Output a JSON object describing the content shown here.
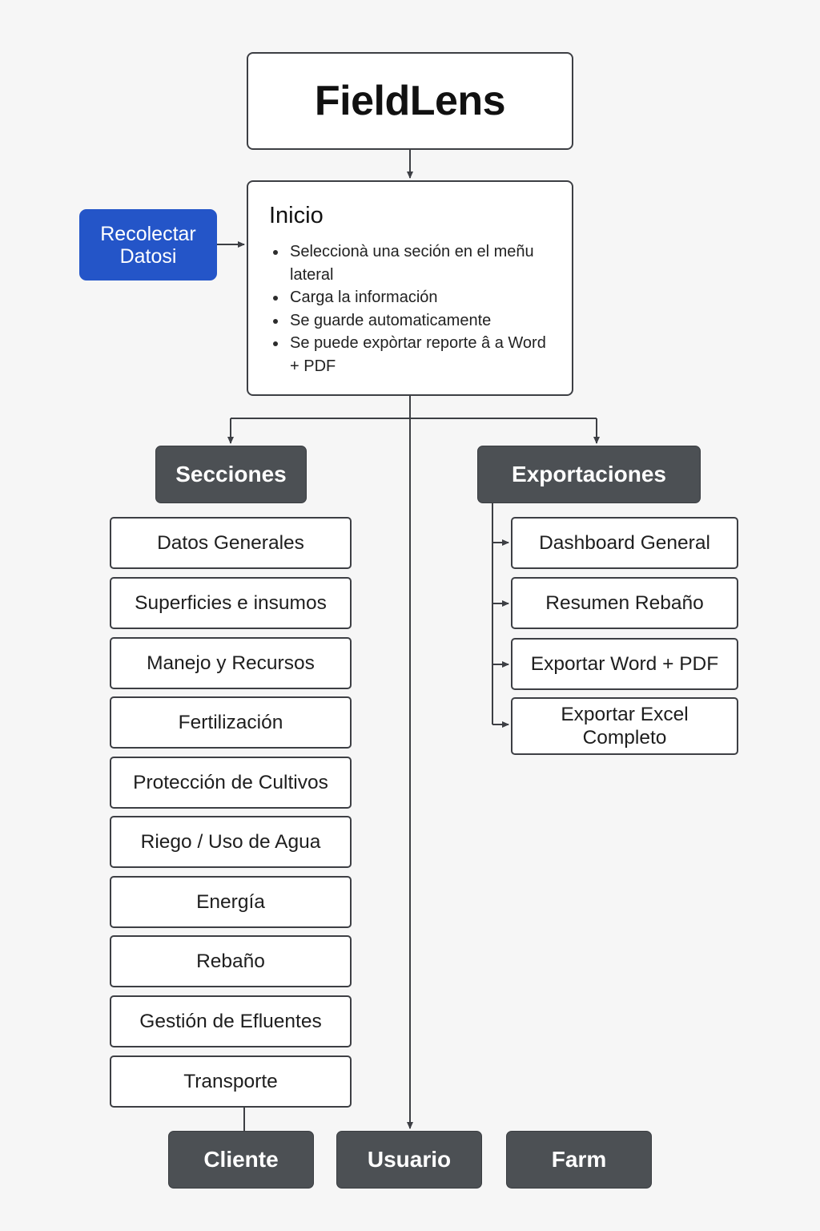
{
  "diagram": {
    "title": "FieldLens",
    "start": {
      "heading": "Inicio",
      "steps": [
        "Seleccionà una seción en el meñu lateral",
        "Carga la información",
        "Se guarde automaticamente",
        "Se puede expòrtar reporte â a Word + PDF"
      ]
    },
    "collect_button": "Recolectar Datosi",
    "sections": {
      "header": "Secciones",
      "items": [
        "Datos Generales",
        "Superficies e insumos",
        "Manejo y Recursos",
        "Fertilización",
        "Protección de Cultivos",
        "Riego / Uso de Agua",
        "Energía",
        "Rebaño",
        "Gestión de Efluentes",
        "Transporte"
      ]
    },
    "exports": {
      "header": "Exportaciones",
      "items": [
        "Dashboard General",
        "Resumen Rebaño",
        "Exportar Word + PDF",
        "Exportar Excel Completo"
      ]
    },
    "entities": [
      "Cliente",
      "Usuario",
      "Farm"
    ]
  },
  "colors": {
    "background": "#f6f6f6",
    "box_border": "#3d3f44",
    "dark_box": "#4c5054",
    "accent_blue": "#2455c8",
    "connector": "#3d3f44"
  }
}
